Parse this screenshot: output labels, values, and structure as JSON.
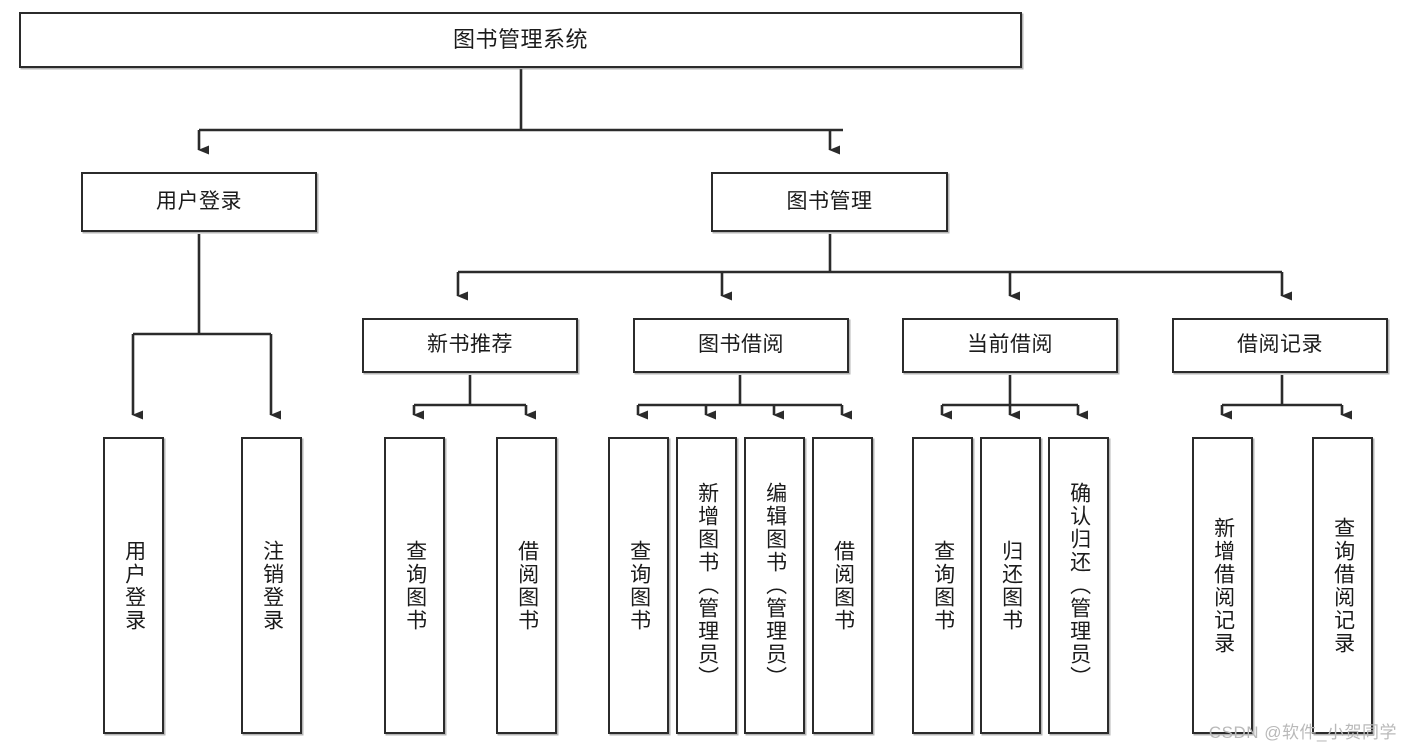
{
  "diagram": {
    "title": "图书管理系统",
    "watermark": "CSDN @软件_小贺同学",
    "colors": {
      "background": "#ffffff",
      "box_border": "#2b2b2b",
      "box_fill": "#ffffff",
      "connector": "#2b2b2b",
      "watermark_text": "#b9b9b9"
    },
    "nodes": {
      "root": {
        "label": "图书管理系统"
      },
      "level1": [
        {
          "label": "用户登录"
        },
        {
          "label": "图书管理"
        }
      ],
      "level2": [
        {
          "label": "新书推荐"
        },
        {
          "label": "图书借阅"
        },
        {
          "label": "当前借阅"
        },
        {
          "label": "借阅记录"
        }
      ],
      "leaves": {
        "user_login": [
          {
            "label": "用户登录"
          },
          {
            "label": "注销登录"
          }
        ],
        "new_book_recommend": [
          {
            "label": "查询图书"
          },
          {
            "label": "借阅图书"
          }
        ],
        "book_borrow": [
          {
            "label": "查询图书"
          },
          {
            "label": "新增图书（管理员）"
          },
          {
            "label": "编辑图书（管理员）"
          },
          {
            "label": "借阅图书"
          }
        ],
        "current_borrow": [
          {
            "label": "查询图书"
          },
          {
            "label": "归还图书"
          },
          {
            "label": "确认归还（管理员）"
          }
        ],
        "borrow_record": [
          {
            "label": "新增借阅记录"
          },
          {
            "label": "查询借阅记录"
          }
        ]
      }
    }
  }
}
